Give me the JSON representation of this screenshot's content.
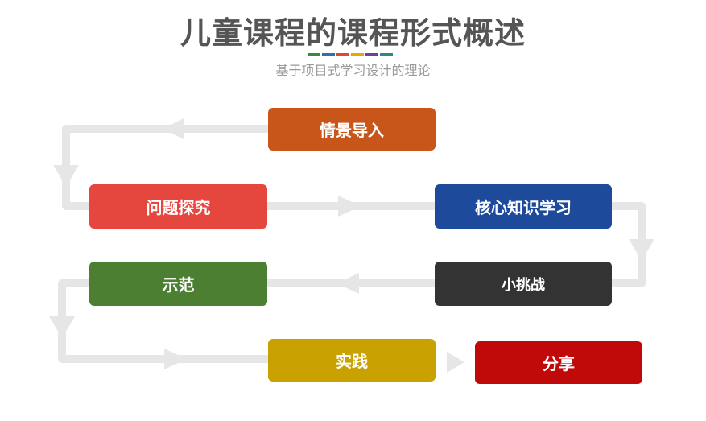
{
  "header": {
    "title": "儿童课程的课程形式概述",
    "subtitle": "基于项目式学习设计的理论",
    "accent_colors": [
      "#3a8a3a",
      "#2e6fb5",
      "#e2472f",
      "#f0a400",
      "#6b3fa0",
      "#2d8a7a"
    ]
  },
  "connector_color": "#e6e6e6",
  "steps": [
    {
      "label": "情景导入",
      "color": "#c8561a"
    },
    {
      "label": "问题探究",
      "color": "#e5473f"
    },
    {
      "label": "核心知识学习",
      "color": "#1d4a9a"
    },
    {
      "label": "小挑战",
      "color": "#333333"
    },
    {
      "label": "示范",
      "color": "#4d7f33"
    },
    {
      "label": "实践",
      "color": "#c9a100"
    },
    {
      "label": "分享",
      "color": "#c00a0a"
    }
  ]
}
